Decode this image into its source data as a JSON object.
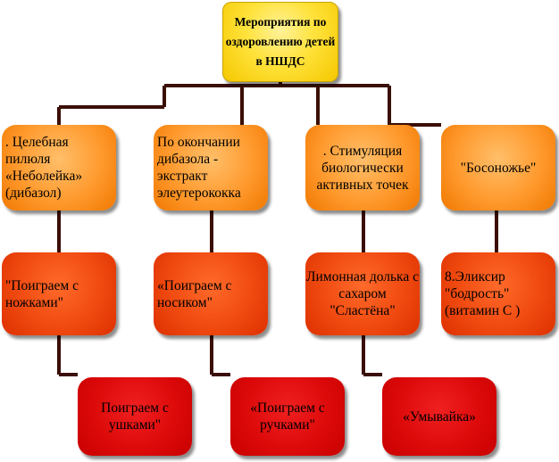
{
  "root": {
    "text": "Мероприятия по оздоровлению детей в НШДС"
  },
  "level1": [
    {
      "text": ". Целебная пилюля «Неболейка» (дибазол)"
    },
    {
      "text": "По окончании дибазола - экстракт элеутерококка"
    },
    {
      "text": ". Стимуляция биологически активных точек"
    },
    {
      "text": "\"Босоножье\""
    }
  ],
  "level2": [
    {
      "text": "\"Поиграем с ножками\""
    },
    {
      "text": "«Поиграем с носиком\""
    },
    {
      "text": "Лимонная долька с сахаром \"Сластёна\""
    },
    {
      "text": "8.Эликсир \"бодрость\" (витамин С )"
    }
  ],
  "level3": [
    {
      "text": "Поиграем с ушками\""
    },
    {
      "text": "«Поиграем с ручками\""
    },
    {
      "text": "«Умывайка»"
    }
  ],
  "colors": {
    "root": "#ffe23b",
    "level1": "#ff9a2e",
    "level2": "#f04a10",
    "level3": "#dd0a0a",
    "connector": "#3b0f06"
  }
}
